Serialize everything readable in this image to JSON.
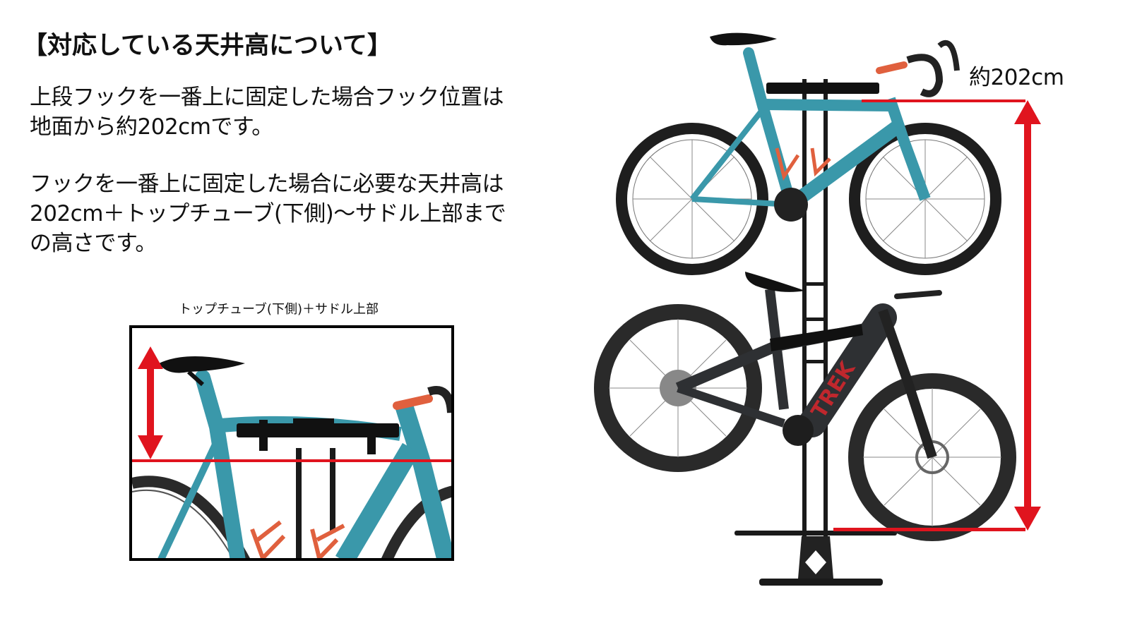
{
  "heading": "【対応している天井高について】",
  "paragraphs": {
    "upper_hook_position": {
      "line1": "上段フックを一番上に固定した場合フック位置は",
      "line2": "地面から約202cmです。"
    },
    "required_ceiling_height": {
      "line1": "フックを一番上に固定した場合に必要な天井高は",
      "line2": "202cm＋トップチューブ(下側)～サドル上部まで",
      "line3": "の高さです。"
    }
  },
  "inset": {
    "caption": "トップチューブ(下側)＋サドル上部"
  },
  "diagram": {
    "height_label": "約202cm",
    "bikes": [
      "road-bike-upper",
      "mountain-ebike-lower"
    ],
    "stand": "vertical-bike-stand"
  },
  "colors": {
    "accent_red": "#e0141e",
    "bike_teal": "#3a98aa",
    "bike_orange": "#e0603e",
    "stand_black": "#1a1a1a",
    "ebike_gray": "#2e3033",
    "ebike_logo_red": "#c0272d"
  }
}
